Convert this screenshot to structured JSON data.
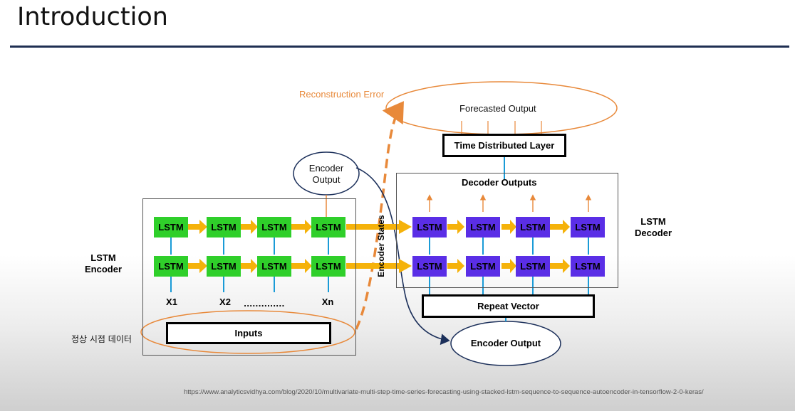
{
  "slide": {
    "title": "Introduction"
  },
  "diagram": {
    "reconstruction_error": "Reconstruction Error",
    "forecasted_output": "Forecasted Output",
    "time_distributed_layer": "Time Distributed Layer",
    "decoder_outputs": "Decoder Outputs",
    "encoder_output_bubble": "Encoder\nOutput",
    "encoder_states": "Encoder States",
    "lstm_encoder": "LSTM\nEncoder",
    "lstm_decoder": "LSTM\nDecoder",
    "lstm_cell": "LSTM",
    "inputs": [
      "X1",
      "X2",
      "..............",
      "Xn"
    ],
    "inputs_box": "Inputs",
    "repeat_vector": "Repeat Vector",
    "encoder_output_bottom": "Encoder Output",
    "normal_time_data": "정상 시점 데이터",
    "colors": {
      "encoder_cell": "#2fcf2a",
      "decoder_cell": "#5a2ee6",
      "arrow": "#f5b20a",
      "accent": "#e8893a",
      "link": "#1b2f5a",
      "connector": "#1a9bd7"
    }
  },
  "source_url": "https://www.analyticsvidhya.com/blog/2020/10/multivariate-multi-step-time-series-forecasting-using-stacked-lstm-sequence-to-sequence-autoencoder-in-tensorflow-2-0-keras/"
}
